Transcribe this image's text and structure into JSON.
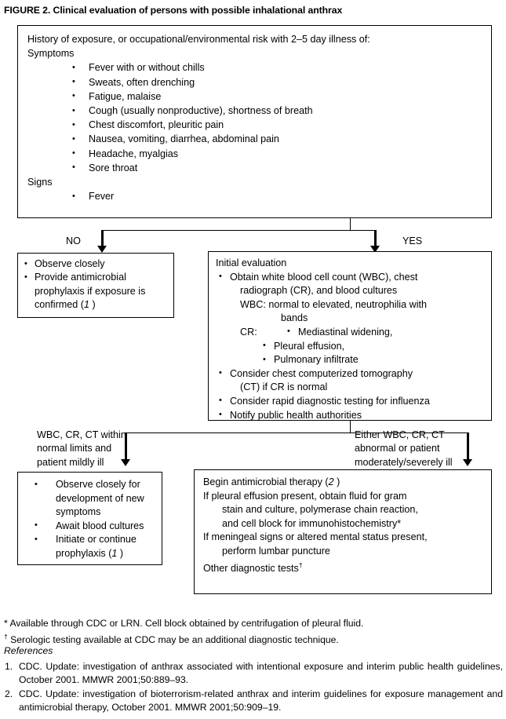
{
  "figure": {
    "label": "FIGURE 2.",
    "title": " Clinical evaluation of persons with possible inhalational anthrax"
  },
  "criteria_box": {
    "lead": "History of exposure, or occupational/environmental risk with 2–5 day illness of:",
    "symptoms_heading": "Symptoms",
    "symptoms": [
      "Fever with or without chills",
      "Sweats, often drenching",
      "Fatigue, malaise",
      "Cough (usually nonproductive), shortness of breath",
      "Chest discomfort, pleuritic pain",
      "Nausea, vomiting, diarrhea, abdominal pain",
      "Headache, myalgias",
      "Sore throat"
    ],
    "signs_heading": "Signs",
    "signs": [
      "Fever"
    ]
  },
  "branch1": {
    "no_label": "NO",
    "yes_label": "YES"
  },
  "no_box": {
    "items": [
      {
        "text": "Observe closely",
        "ref": ""
      },
      {
        "text": "Provide antimicrobial\nprophylaxis if exposure\nis confirmed (",
        "ref": "1",
        "tail": " )"
      }
    ],
    "item1": "Observe closely",
    "item2_pre": "Provide antimicrobial\nprophylaxis if exposure\nis confirmed (",
    "item2_ref": "1",
    "item2_post": " )"
  },
  "initial_box": {
    "heading": "Initial evaluation",
    "bullet1_line1": "Obtain white blood cell count (WBC), chest",
    "bullet1_line2": "radiograph (CR), and blood cultures",
    "wbc_label": "WBC:",
    "wbc_line1": "  normal to elevated, neutrophilia with",
    "wbc_line2": "bands",
    "cr_label": "CR:",
    "cr_items": [
      "Mediastinal widening,",
      "Pleural effusion,",
      "Pulmonary infiltrate"
    ],
    "bullet2_line1": "Consider chest computerized tomography",
    "bullet2_line2": "(CT) if CR is normal",
    "bullet3": "Consider rapid diagnostic testing for influenza",
    "bullet4": "Notify public health authorities"
  },
  "branch2": {
    "left_label": "WBC, CR, CT within\nnormal limits and\npatient mildly ill",
    "right_label": "Either WBC, CR, CT\nabnormal or patient\nmoderately/severely ill"
  },
  "observe_box": {
    "item1": "Observe closely for\ndevelopment of new\nsymptoms",
    "item2": "Await blood cultures",
    "item3_pre": "Initiate or continue\nprophylaxis (",
    "item3_ref": "1",
    "item3_post": " )"
  },
  "therapy_box": {
    "line1_pre": "Begin antimicrobial therapy (",
    "line1_ref": "2",
    "line1_post": " )",
    "line2": "If pleural effusion present, obtain fluid for gram",
    "line3": "stain and culture, polymerase chain reaction,",
    "line4": "and cell block for immunohistochemistry*",
    "line5": "If meningeal signs or altered mental status present,",
    "line6": "perform lumbar puncture",
    "line7": "Other diagnostic tests",
    "line7_dagger": "†"
  },
  "footnotes": {
    "asterisk_mark": "*",
    "asterisk_text": " Available through CDC or LRN. Cell block obtained by centrifugation of pleural fluid.",
    "dagger_mark": "†",
    "dagger_text": " Serologic testing available at CDC may be an additional diagnostic technique."
  },
  "references": {
    "heading": "References",
    "items": [
      {
        "num": "1.",
        "text": "CDC. Update: investigation of anthrax associated with intentional exposure and interim public health guidelines, October 2001. MMWR 2001;50:889–93."
      },
      {
        "num": "2.",
        "text": "CDC. Update: investigation of bioterrorism-related anthrax and interim guidelines for exposure management and antimicrobial therapy, October 2001. MMWR 2001;50:909–19."
      }
    ]
  },
  "colors": {
    "line": "#000000",
    "background": "#ffffff",
    "text": "#000000"
  }
}
